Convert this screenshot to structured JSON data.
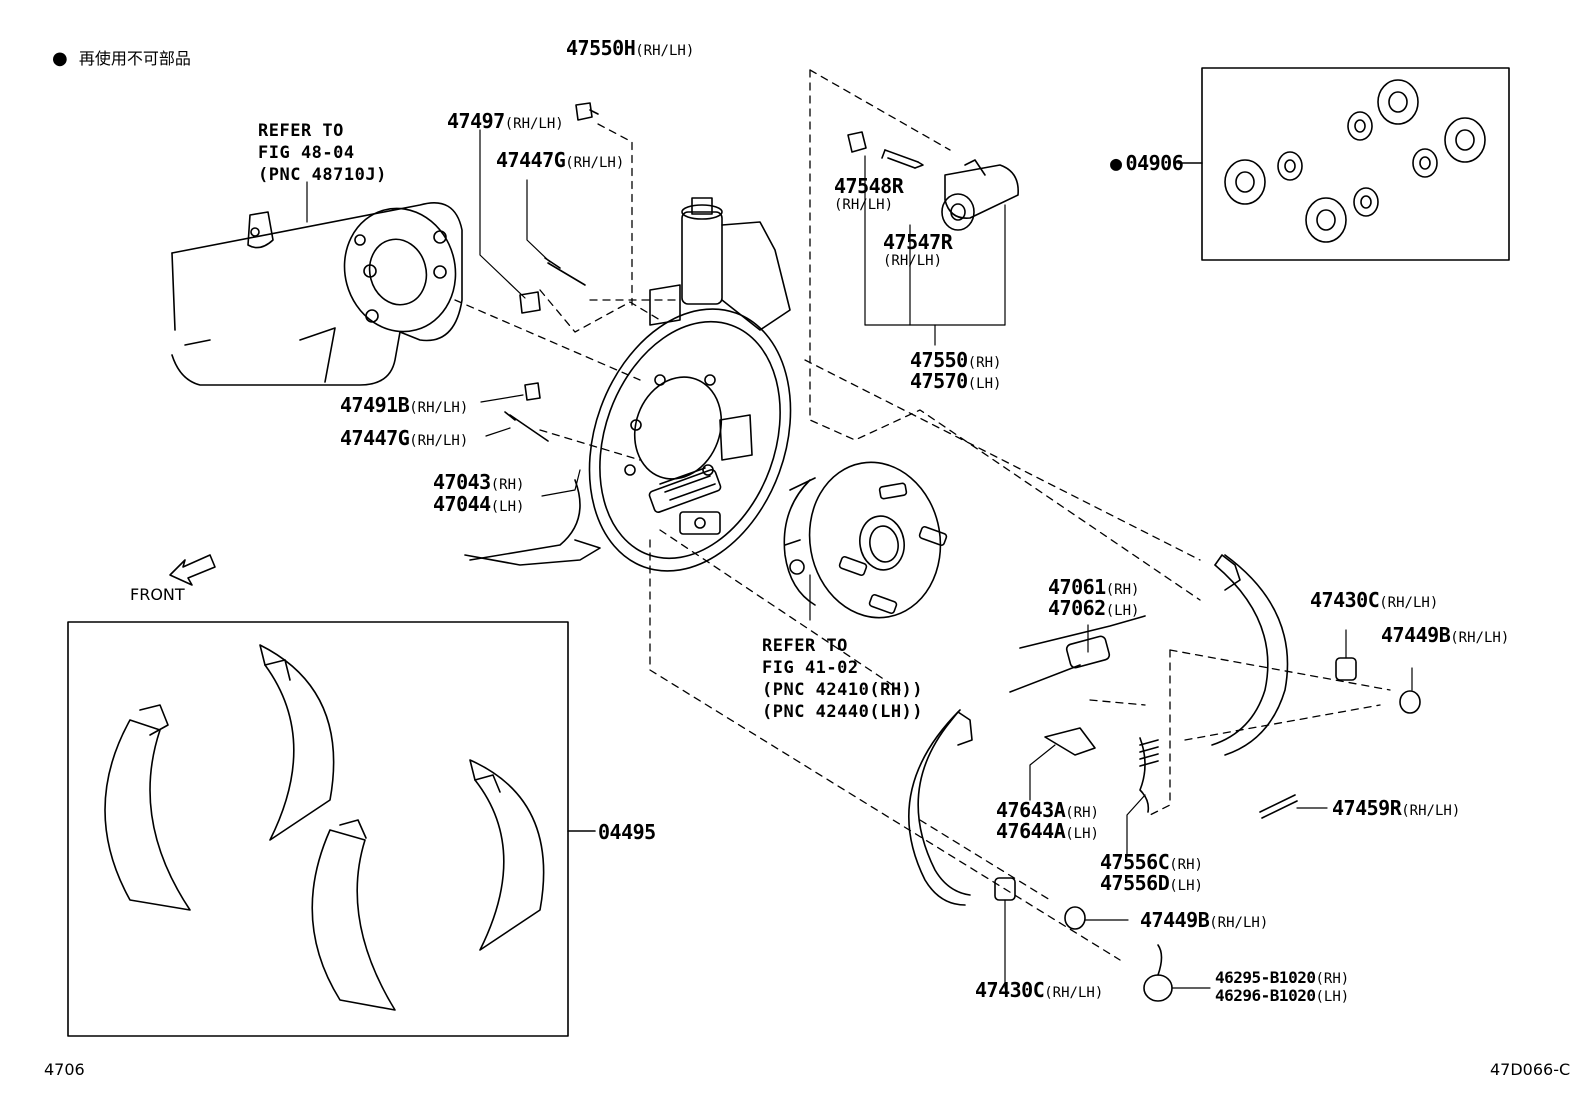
{
  "legend": {
    "bullet": "●",
    "text": "再使用不可部品"
  },
  "footer": {
    "left": "4706",
    "right": "47D066-C"
  },
  "front_label": "FRONT",
  "refs": {
    "axle_ref": [
      "REFER TO",
      "FIG 48-04",
      "(PNC 48710J)"
    ],
    "hub_ref": [
      "REFER TO",
      "FIG 41-02",
      "(PNC 42410(RH))",
      "(PNC 42440(LH))"
    ]
  },
  "parts": {
    "p47550H": {
      "number": "47550H",
      "side": "(RH/LH)"
    },
    "p47497": {
      "number": "47497",
      "side": "(RH/LH)"
    },
    "p47447G_top": {
      "number": "47447G",
      "side": "(RH/LH)"
    },
    "p47548R": {
      "number": "47548R",
      "side": "(RH/LH)"
    },
    "p47547R": {
      "number": "47547R",
      "side": "(RH/LH)"
    },
    "p47550": {
      "number": "47550",
      "side": "(RH)"
    },
    "p47570": {
      "number": "47570",
      "side": "(LH)"
    },
    "p04906": {
      "bullet": "●",
      "number": "04906"
    },
    "p47491B": {
      "number": "47491B",
      "side": "(RH/LH)"
    },
    "p47447G": {
      "number": "47447G",
      "side": "(RH/LH)"
    },
    "p47043": {
      "number": "47043",
      "side": "(RH)"
    },
    "p47044": {
      "number": "47044",
      "side": "(LH)"
    },
    "p47061": {
      "number": "47061",
      "side": "(RH)"
    },
    "p47062": {
      "number": "47062",
      "side": "(LH)"
    },
    "p47430C_top": {
      "number": "47430C",
      "side": "(RH/LH)"
    },
    "p47449B_top": {
      "number": "47449B",
      "side": "(RH/LH)"
    },
    "p47459R": {
      "number": "47459R",
      "side": "(RH/LH)"
    },
    "p47643A": {
      "number": "47643A",
      "side": "(RH)"
    },
    "p47644A": {
      "number": "47644A",
      "side": "(LH)"
    },
    "p47556C": {
      "number": "47556C",
      "side": "(RH)"
    },
    "p47556D": {
      "number": "47556D",
      "side": "(LH)"
    },
    "p04495": {
      "number": "04495"
    },
    "p47449B_bot": {
      "number": "47449B",
      "side": "(RH/LH)"
    },
    "p47430C_bot": {
      "number": "47430C",
      "side": "(RH/LH)"
    },
    "p46295": {
      "number": "46295-B1020",
      "side": "(RH)"
    },
    "p46296": {
      "number": "46296-B1020",
      "side": "(LH)"
    }
  }
}
